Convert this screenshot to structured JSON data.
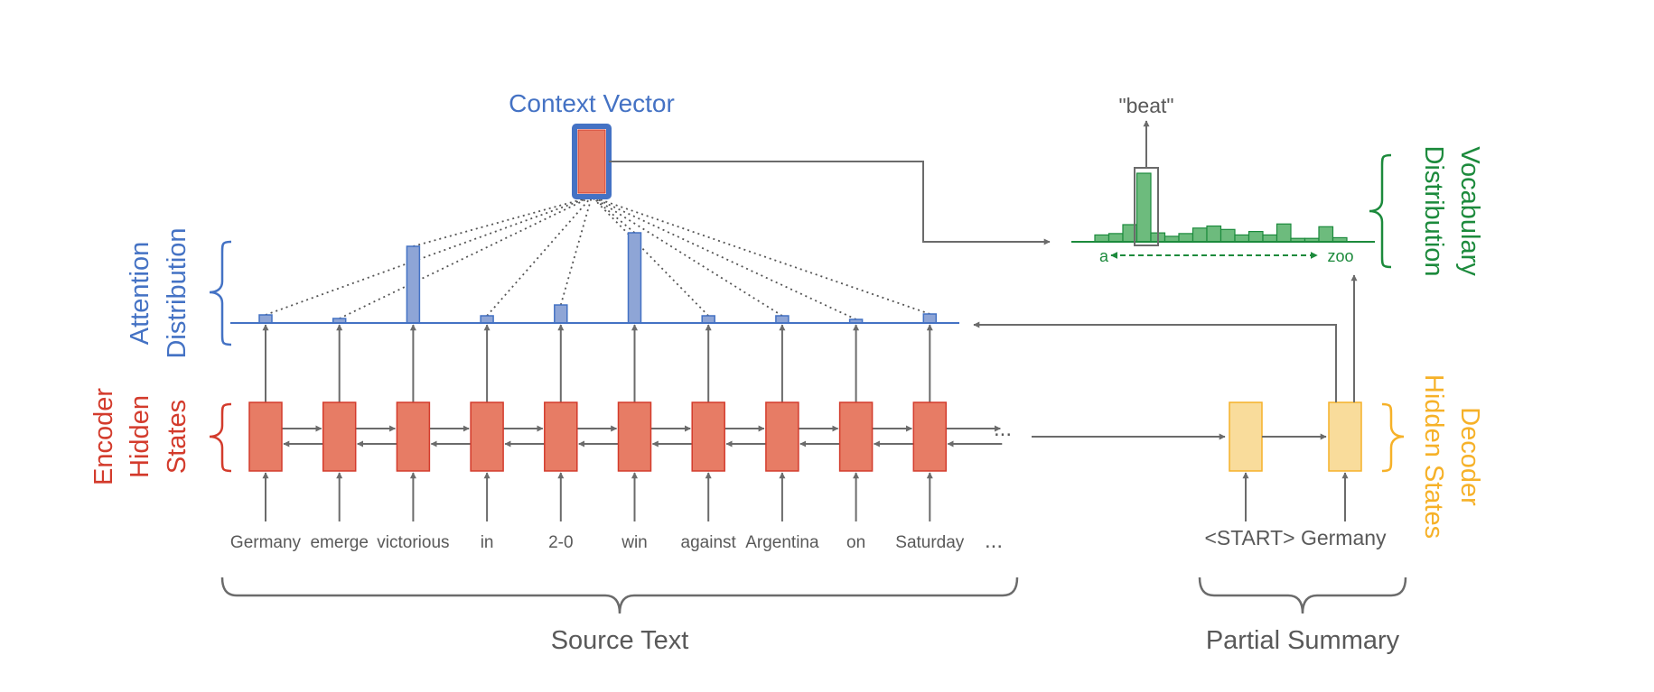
{
  "labels": {
    "context_vector": "Context Vector",
    "attention_distribution": [
      "Attention",
      "Distribution"
    ],
    "encoder_hidden_states": [
      "Encoder",
      "Hidden",
      "States"
    ],
    "vocabulary_distribution": [
      "Vocabulary",
      "Distribution"
    ],
    "decoder_hidden_states": [
      "Decoder",
      "Hidden States"
    ],
    "source_text": "Source Text",
    "partial_summary": "Partial Summary",
    "selected_word": "\"beat\"",
    "vocab_start": "a",
    "vocab_end": "zoo",
    "ellipsis": "..."
  },
  "source_words": [
    "Germany",
    "emerge",
    "victorious",
    "in",
    "2-0",
    "win",
    "against",
    "Argentina",
    "on",
    "Saturday"
  ],
  "attention_weights": [
    0.09,
    0.05,
    0.85,
    0.08,
    0.2,
    1.0,
    0.08,
    0.08,
    0.04,
    0.1
  ],
  "decoder_inputs": "<START> Germany",
  "vocabulary_distribution": [
    0.1,
    0.12,
    0.25,
    1.0,
    0.13,
    0.08,
    0.12,
    0.2,
    0.23,
    0.18,
    0.1,
    0.15,
    0.1,
    0.26,
    0.05,
    0.05,
    0.22,
    0.06
  ],
  "colors": {
    "encoder": "#e77c65",
    "encoder_border": "#d33b2c",
    "attention": "#8ea5d6",
    "attention_border": "#4472c4",
    "vocab": "#6dbb7d",
    "vocab_border": "#1c8a3c",
    "decoder": "#f9dc9b",
    "decoder_border": "#f6b128",
    "arrow": "#6b6b6b",
    "text": "#595959"
  }
}
